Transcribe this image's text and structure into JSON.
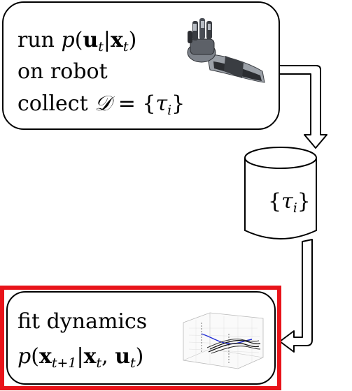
{
  "box_top": {
    "line1_plain": "run ",
    "line1_p": "p",
    "line1_open": "(",
    "line1_u": "u",
    "line1_t1": "t",
    "line1_bar": "|",
    "line1_x": "x",
    "line1_t2": "t",
    "line1_close": ")",
    "line2": "on robot",
    "line3_plain": "collect ",
    "line3_D": "𝒟",
    "line3_eq": " = {",
    "line3_tau": "τ",
    "line3_i": "i",
    "line3_end": "}"
  },
  "cylinder": {
    "label_open": "{",
    "label_tau": "τ",
    "label_i": "i",
    "label_close": "}"
  },
  "box_bottom": {
    "line1": "fit dynamics",
    "line2_p": "p",
    "line2_open": "(",
    "line2_x1": "x",
    "line2_sub1": "t+1",
    "line2_bar": "|",
    "line2_x2": "x",
    "line2_sub2": "t",
    "line2_comma": ", ",
    "line2_u": "u",
    "line2_sub3": "t",
    "line2_close": ")"
  },
  "colors": {
    "highlight": "#e8141a",
    "line": "#000000",
    "plot_blue": "#1f2bd6",
    "robot_metal": "#8a8f97",
    "robot_dark": "#2b2d31"
  },
  "icons": [
    "robot-arm-icon",
    "trajectory-plot-icon",
    "database-cylinder-icon"
  ]
}
